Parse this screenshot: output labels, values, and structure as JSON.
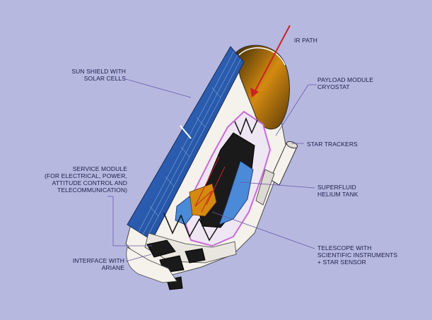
{
  "colors": {
    "background": "#b6b8e0",
    "leader_line": "#6a5aa8",
    "ir_arrow": "#cc2222",
    "solar_panel": "#2a5fb8",
    "cryostat_outline": "#c86ad8",
    "baffle_interior": "#d08a18",
    "helium_tank": "#4a8ad8"
  },
  "labels": {
    "ir_path": "IR PATH",
    "sun_shield": "SUN SHIELD WITH\nSOLAR CELLS",
    "payload_module": "PAYLOAD MODULE\nCRYOSTAT",
    "star_trackers": "STAR TRACKERS",
    "service_module": "SERVICE MODULE\n(FOR ELECTRICAL, POWER,\nATTITUDE CONTROL AND\nTELECOMMUNICATION)",
    "superfluid": "SUPERFLUID\nHELIUM TANK",
    "telescope": "TELESCOPE WITH\nSCIENTIFIC INSTRUMENTS\n+ STAR SENSOR",
    "interface": "INTERFACE WITH\nARIANE"
  }
}
